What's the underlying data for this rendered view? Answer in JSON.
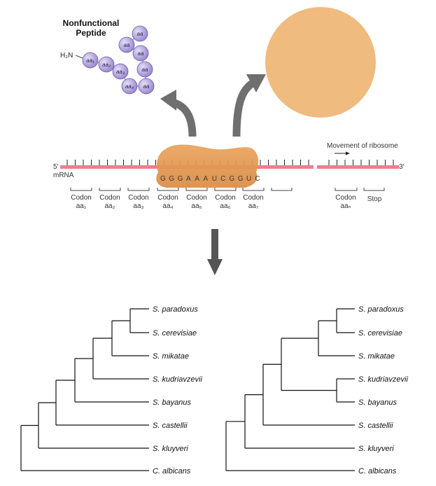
{
  "colors": {
    "ribosome": "#e8a15a",
    "ribosome_dark": "#c97a35",
    "protein": "#f0bb7e",
    "mrna": "#f07e8c",
    "amino_acid": "#a99ad8",
    "amino_acid_edge": "#6a5aa8",
    "arrow": "#6f6f6f",
    "tree_line": "#111111"
  },
  "translation": {
    "peptide_title_line1": "Nonfunctional",
    "peptide_title_line2": "Peptide",
    "amine_terminus": "H₂N",
    "amino_acids": [
      "aa",
      "aa",
      "aa",
      "aa",
      "aa",
      "aa₁",
      "aa₂",
      "aa₃",
      "aa₄",
      "aa"
    ],
    "five_prime": "5′",
    "three_prime": "3′",
    "mrna_label": "mRNA",
    "movement_label": "Movement of ribosome",
    "nucleotides": [
      "G",
      "G",
      "G",
      "A",
      "A",
      "A",
      "U",
      "C",
      "G",
      "G",
      "U",
      "C"
    ],
    "codon_word": "Codon",
    "codons": [
      "aa₁",
      "aa₂",
      "aa₃",
      "aa₄",
      "aa₅",
      "aa₆",
      "aa₇"
    ],
    "final_codon": "aaₙ",
    "stop_label": "Stop"
  },
  "trees": {
    "left": {
      "species": [
        "S. paradoxus",
        "S. cerevisiae",
        "S. mikatae",
        "S. kudriavzevii",
        "S. bayanus",
        "S. castellii",
        "S. kluyveri",
        "C. albicans"
      ]
    },
    "right": {
      "species": [
        "S. paradoxus",
        "S. cerevisiae",
        "S. mikatae",
        "S. kudriavzevii",
        "S. bayanus",
        "S. castellii",
        "S. kluyveri",
        "C. albicans"
      ]
    }
  }
}
